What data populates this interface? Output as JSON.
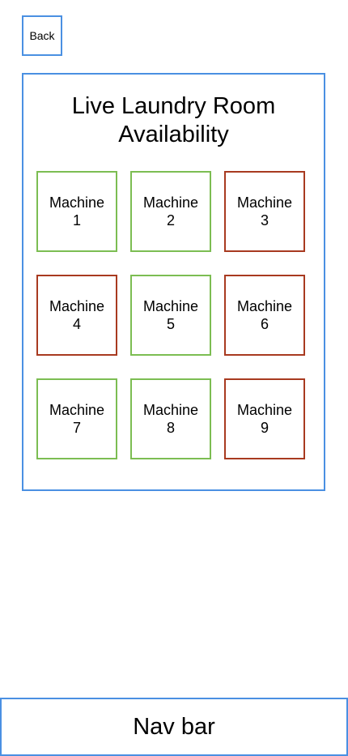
{
  "back_button": {
    "label": "Back"
  },
  "panel": {
    "title_line1": "Live Laundry Room",
    "title_line2": "Availability"
  },
  "colors": {
    "available": "#7cbd52",
    "in_use": "#a83a20",
    "frame": "#4a90e2"
  },
  "machines": [
    {
      "word": "Machine",
      "number": "1",
      "status": "available"
    },
    {
      "word": "Machine",
      "number": "2",
      "status": "available"
    },
    {
      "word": "Machine",
      "number": "3",
      "status": "in-use"
    },
    {
      "word": "Machine",
      "number": "4",
      "status": "in-use"
    },
    {
      "word": "Machine",
      "number": "5",
      "status": "available"
    },
    {
      "word": "Machine",
      "number": "6",
      "status": "in-use"
    },
    {
      "word": "Machine",
      "number": "7",
      "status": "available"
    },
    {
      "word": "Machine",
      "number": "8",
      "status": "available"
    },
    {
      "word": "Machine",
      "number": "9",
      "status": "in-use"
    }
  ],
  "nav_bar": {
    "label": "Nav bar"
  }
}
